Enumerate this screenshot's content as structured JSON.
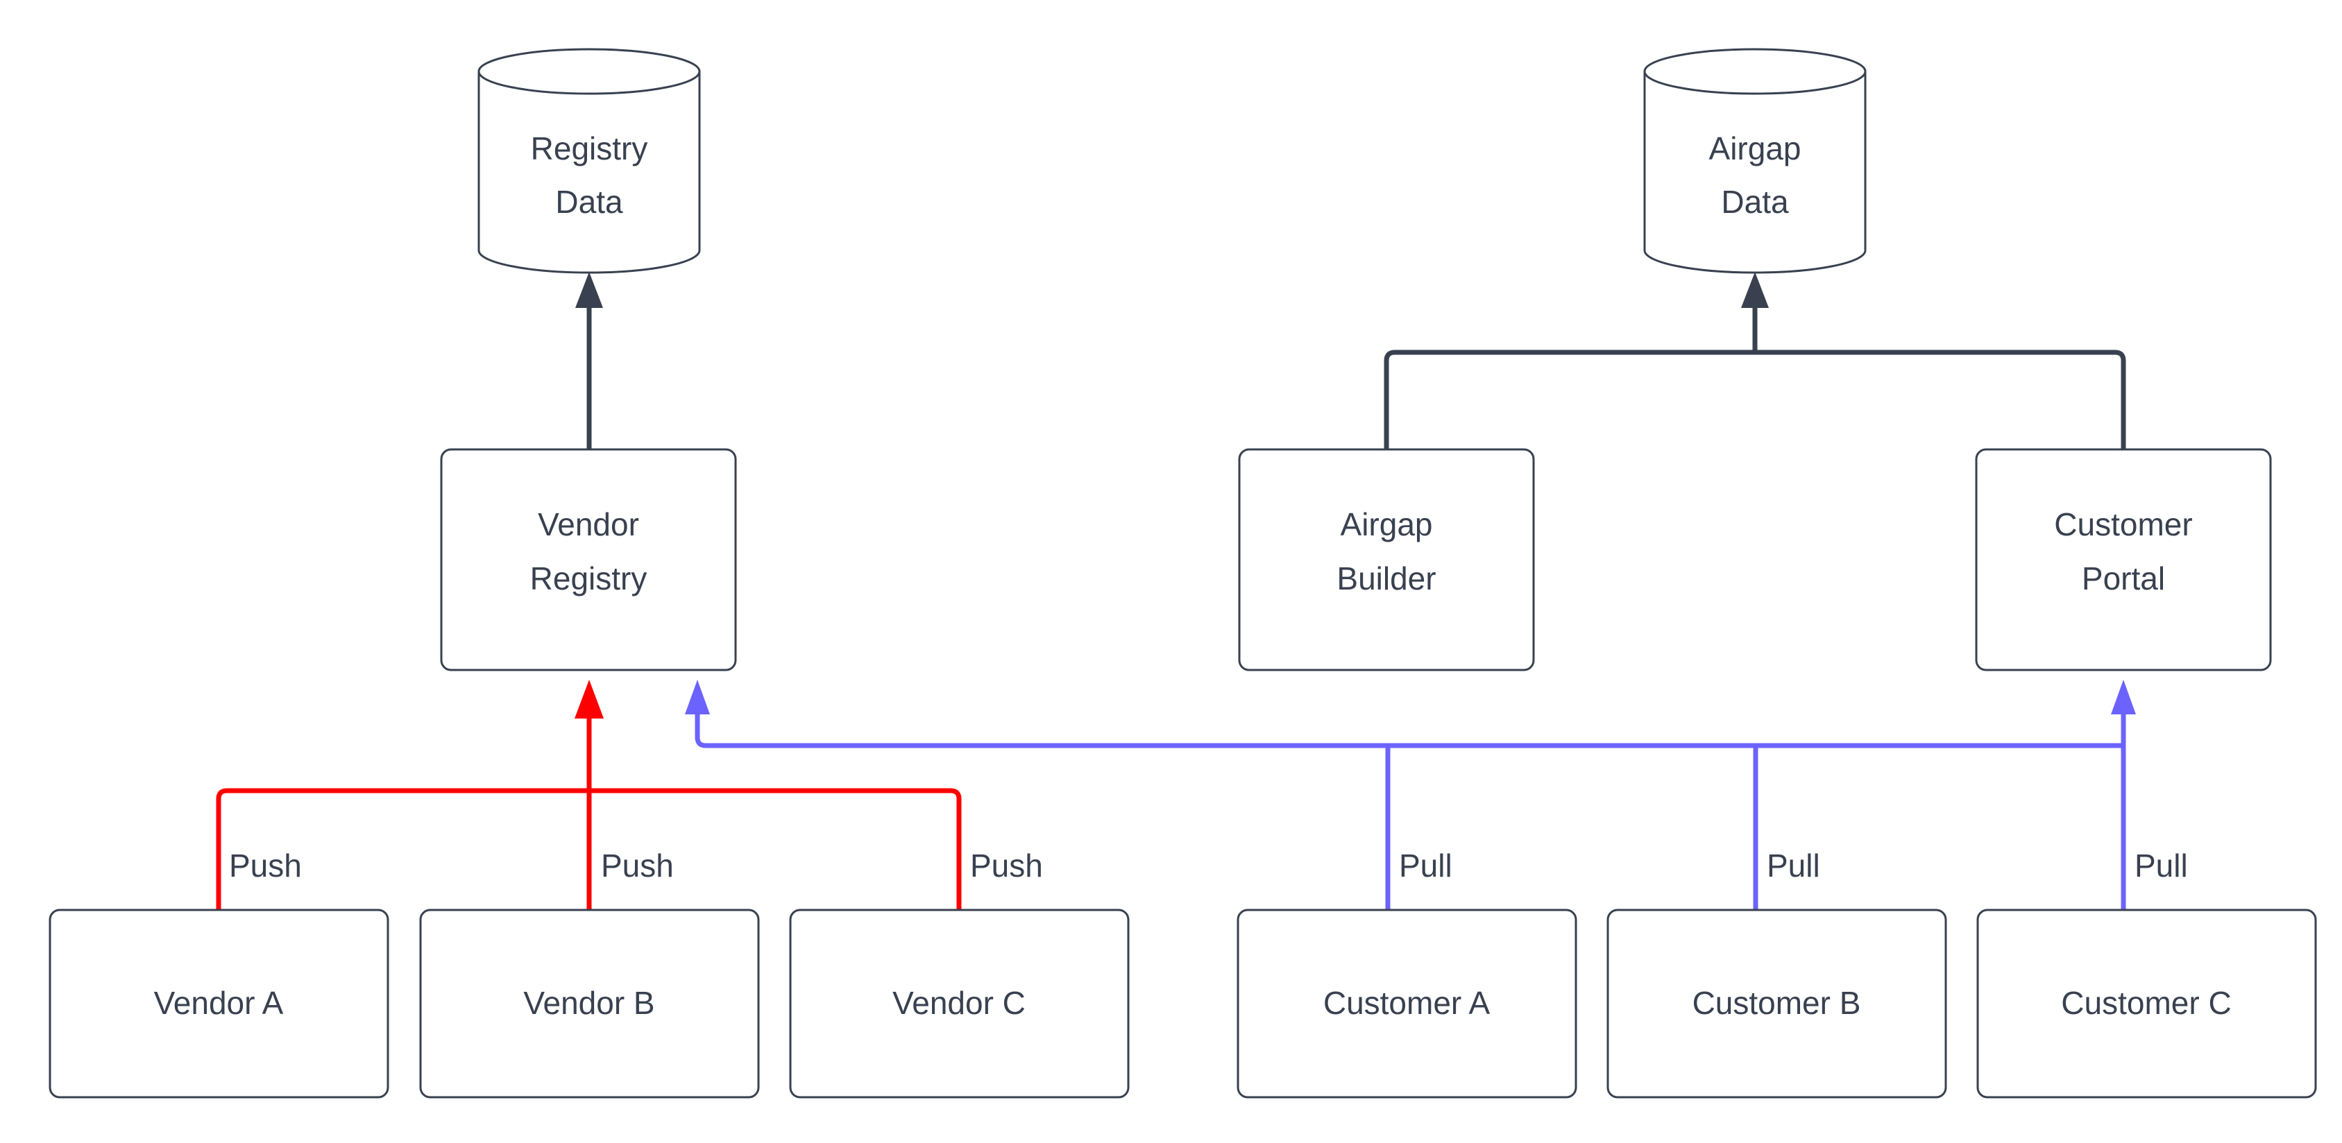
{
  "diagram": {
    "type": "flow-diagram",
    "background_color": "#ffffff",
    "palette": {
      "stroke_default": "#394150",
      "text": "#394150",
      "push_edge": "#FF0000",
      "pull_edge": "#6C63FF",
      "node_fill": "#ffffff"
    },
    "datastores": [
      {
        "id": "registry-data",
        "line1": "Registry",
        "line2": "Data",
        "shape": "cylinder"
      },
      {
        "id": "airgap-data",
        "line1": "Airgap",
        "line2": "Data",
        "shape": "cylinder"
      }
    ],
    "services": [
      {
        "id": "vendor-registry",
        "line1": "Vendor",
        "line2": "Registry",
        "shape": "rounded-rect"
      },
      {
        "id": "airgap-builder",
        "line1": "Airgap",
        "line2": "Builder",
        "shape": "rounded-rect"
      },
      {
        "id": "customer-portal",
        "line1": "Customer",
        "line2": "Portal",
        "shape": "rounded-rect"
      }
    ],
    "actors": [
      {
        "id": "vendor-a",
        "label": "Vendor A",
        "shape": "rounded-rect"
      },
      {
        "id": "vendor-b",
        "label": "Vendor B",
        "shape": "rounded-rect"
      },
      {
        "id": "vendor-c",
        "label": "Vendor C",
        "shape": "rounded-rect"
      },
      {
        "id": "customer-a",
        "label": "Customer A",
        "shape": "rounded-rect"
      },
      {
        "id": "customer-b",
        "label": "Customer B",
        "shape": "rounded-rect"
      },
      {
        "id": "customer-c",
        "label": "Customer C",
        "shape": "rounded-rect"
      }
    ],
    "edge_labels": {
      "push_a": "Push",
      "push_b": "Push",
      "push_c": "Push",
      "pull_a": "Pull",
      "pull_b": "Pull",
      "pull_c": "Pull"
    },
    "edges": [
      {
        "from": "vendor-registry",
        "to": "registry-data",
        "label": "",
        "color": "#394150"
      },
      {
        "from": "airgap-builder",
        "to": "airgap-data",
        "label": "",
        "color": "#394150"
      },
      {
        "from": "customer-portal",
        "to": "airgap-data",
        "label": "",
        "color": "#394150"
      },
      {
        "from": "vendor-a",
        "to": "vendor-registry",
        "label": "Push",
        "color": "#FF0000"
      },
      {
        "from": "vendor-b",
        "to": "vendor-registry",
        "label": "Push",
        "color": "#FF0000"
      },
      {
        "from": "vendor-c",
        "to": "vendor-registry",
        "label": "Push",
        "color": "#FF0000"
      },
      {
        "from": "customer-a",
        "to": "customer-portal",
        "label": "Pull",
        "color": "#6C63FF"
      },
      {
        "from": "customer-b",
        "to": "customer-portal",
        "label": "Pull",
        "color": "#6C63FF"
      },
      {
        "from": "customer-c",
        "to": "customer-portal",
        "label": "Pull",
        "color": "#6C63FF"
      }
    ]
  }
}
